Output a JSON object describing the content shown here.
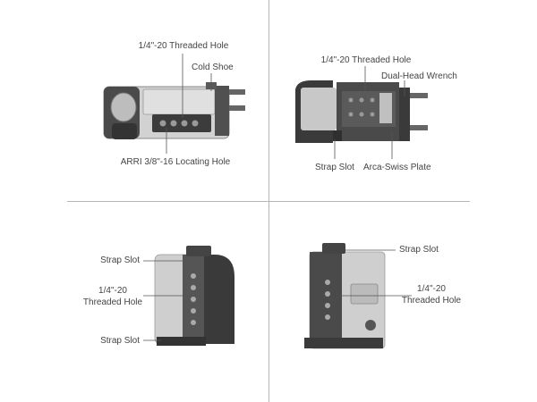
{
  "quadrants": {
    "top_left": {
      "labels": {
        "threaded_hole": "1/4\"-20 Threaded Hole",
        "cold_shoe": "Cold Shoe",
        "locating_hole": "ARRI 3/8\"-16 Locating Hole"
      }
    },
    "top_right": {
      "labels": {
        "threaded_hole": "1/4\"-20 Threaded Hole",
        "wrench": "Dual-Head Wrench",
        "strap_slot": "Strap Slot",
        "arca_plate": "Arca-Swiss Plate"
      }
    },
    "bottom_left": {
      "labels": {
        "strap_slot_top": "Strap Slot",
        "threaded_hole_line1": "1/4\"-20",
        "threaded_hole_line2": "Threaded Hole",
        "strap_slot_bottom": "Strap Slot"
      }
    },
    "bottom_right": {
      "labels": {
        "strap_slot": "Strap Slot",
        "threaded_hole_line1": "1/4\"-20",
        "threaded_hole_line2": "Threaded Hole"
      }
    }
  },
  "colors": {
    "divider": "#b5b5b5",
    "leader": "#555555",
    "cage_dark": "#3a3a3a",
    "camera_grey": "#c9c9c9"
  }
}
